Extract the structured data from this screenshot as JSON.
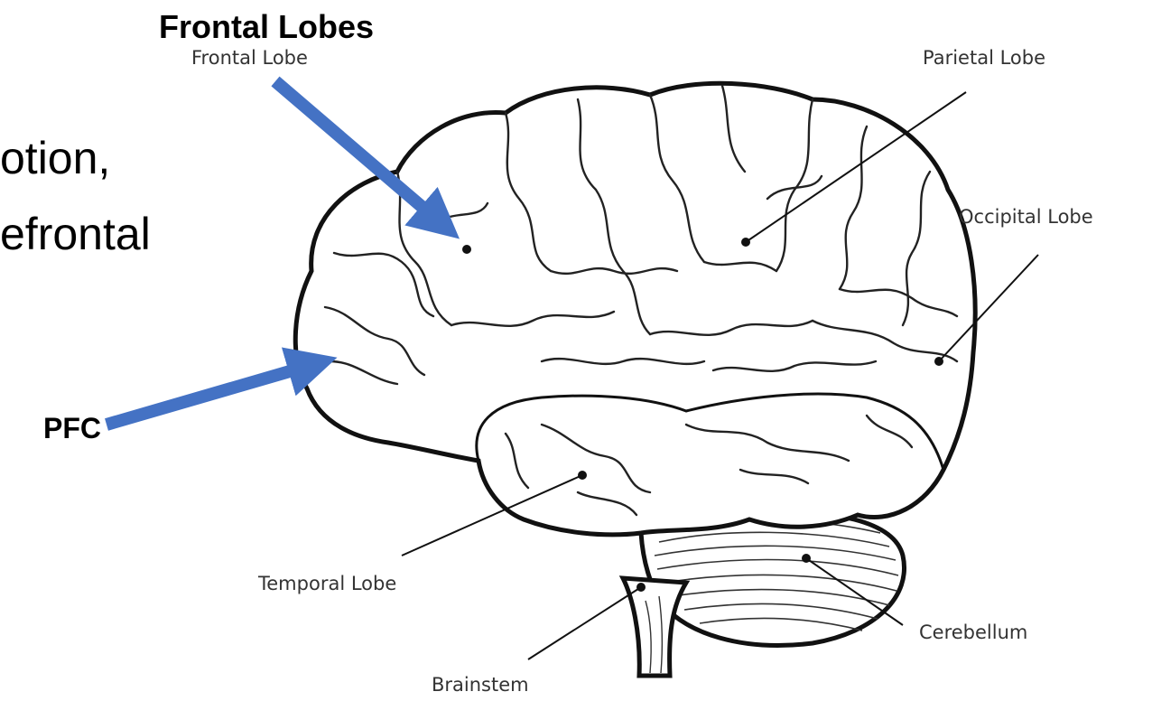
{
  "slide": {
    "text_line_1": "otion,",
    "text_line_2": "efrontal"
  },
  "annotations": {
    "frontal_lobes": "Frontal Lobes",
    "pfc": "PFC",
    "arrow_color": "#4472C4"
  },
  "diagram": {
    "labels": {
      "frontal": "Frontal Lobe",
      "parietal": "Parietal Lobe",
      "occipital": "Occipital Lobe",
      "temporal": "Temporal Lobe",
      "cerebellum": "Cerebellum",
      "brainstem": "Brainstem"
    }
  }
}
